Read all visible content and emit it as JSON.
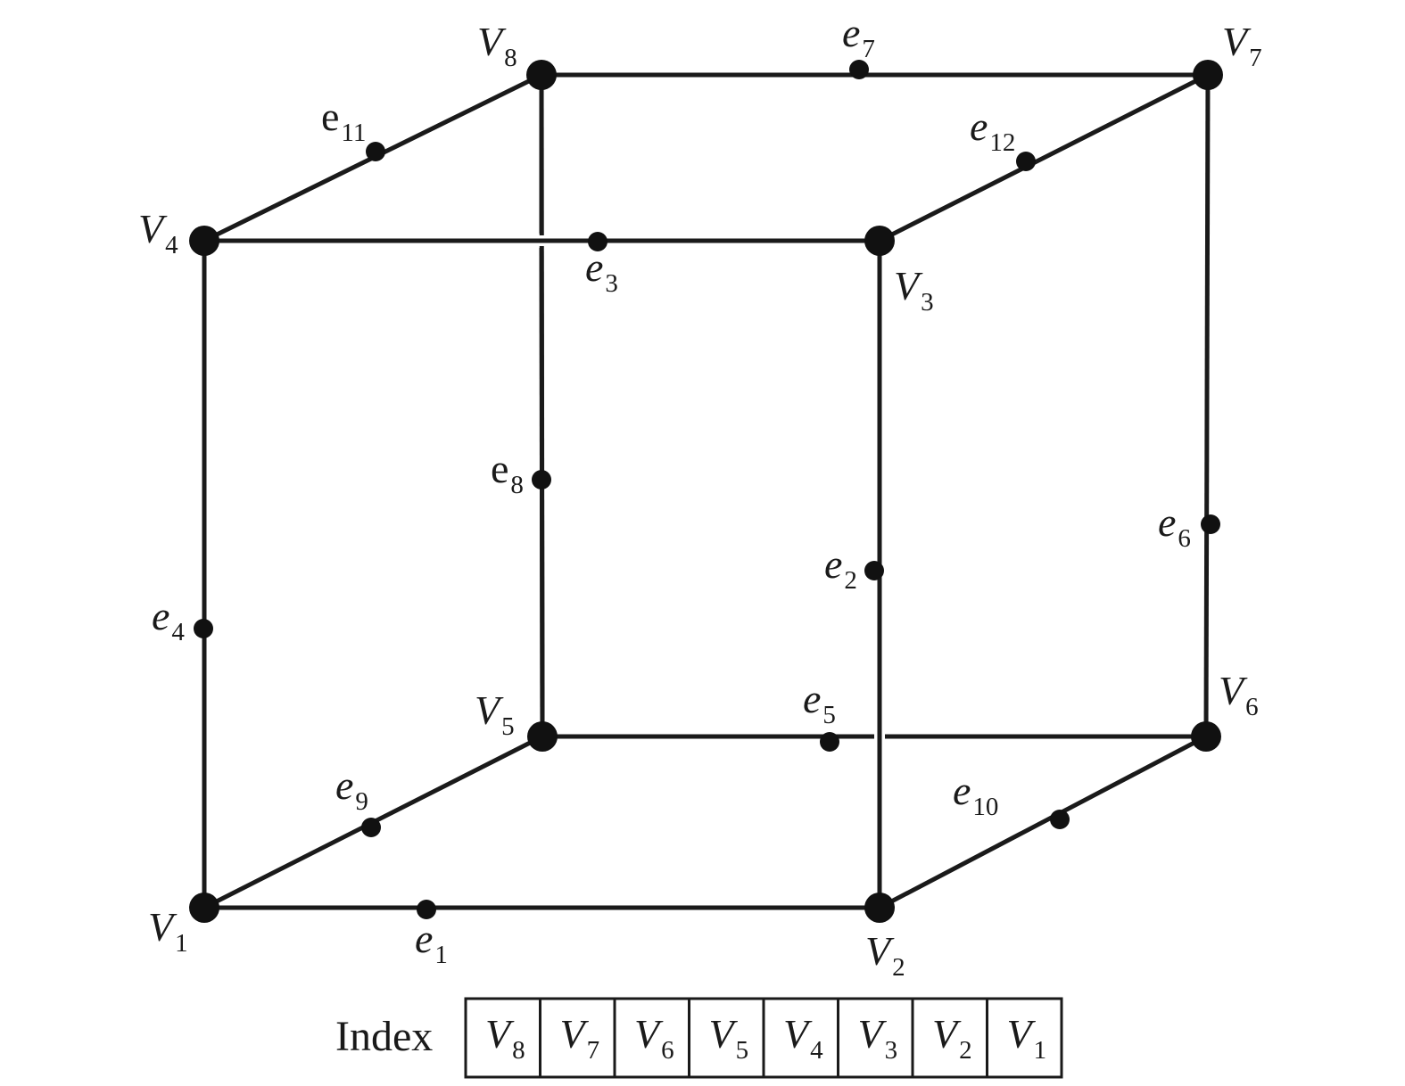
{
  "colors": {
    "ink": "#1a1a1a",
    "background": "#ffffff"
  },
  "vertices": [
    {
      "id": "V1",
      "label": "V",
      "sub": "1"
    },
    {
      "id": "V2",
      "label": "V",
      "sub": "2"
    },
    {
      "id": "V3",
      "label": "V",
      "sub": "3"
    },
    {
      "id": "V4",
      "label": "V",
      "sub": "4"
    },
    {
      "id": "V5",
      "label": "V",
      "sub": "5"
    },
    {
      "id": "V6",
      "label": "V",
      "sub": "6"
    },
    {
      "id": "V7",
      "label": "V",
      "sub": "7"
    },
    {
      "id": "V8",
      "label": "V",
      "sub": "8"
    }
  ],
  "edges": [
    {
      "id": "e1",
      "label": "e",
      "sub": "1",
      "from": "V1",
      "to": "V2"
    },
    {
      "id": "e2",
      "label": "e",
      "sub": "2",
      "from": "V2",
      "to": "V3"
    },
    {
      "id": "e3",
      "label": "e",
      "sub": "3",
      "from": "V4",
      "to": "V3"
    },
    {
      "id": "e4",
      "label": "e",
      "sub": "4",
      "from": "V1",
      "to": "V4"
    },
    {
      "id": "e5",
      "label": "e",
      "sub": "5",
      "from": "V5",
      "to": "V6"
    },
    {
      "id": "e6",
      "label": "e",
      "sub": "6",
      "from": "V6",
      "to": "V7"
    },
    {
      "id": "e7",
      "label": "e",
      "sub": "7",
      "from": "V8",
      "to": "V7"
    },
    {
      "id": "e8",
      "label": "e",
      "sub": "8",
      "from": "V5",
      "to": "V8"
    },
    {
      "id": "e9",
      "label": "e",
      "sub": "9",
      "from": "V1",
      "to": "V5"
    },
    {
      "id": "e10",
      "label": "e",
      "sub": "10",
      "from": "V2",
      "to": "V6"
    },
    {
      "id": "e11",
      "label": "e",
      "sub": "11",
      "from": "V4",
      "to": "V8"
    },
    {
      "id": "e12",
      "label": "e",
      "sub": "12",
      "from": "V3",
      "to": "V7"
    }
  ],
  "index": {
    "title": "Index",
    "cells": [
      {
        "label": "V",
        "sub": "8"
      },
      {
        "label": "V",
        "sub": "7"
      },
      {
        "label": "V",
        "sub": "6"
      },
      {
        "label": "V",
        "sub": "5"
      },
      {
        "label": "V",
        "sub": "4"
      },
      {
        "label": "V",
        "sub": "3"
      },
      {
        "label": "V",
        "sub": "2"
      },
      {
        "label": "V",
        "sub": "1"
      }
    ]
  }
}
